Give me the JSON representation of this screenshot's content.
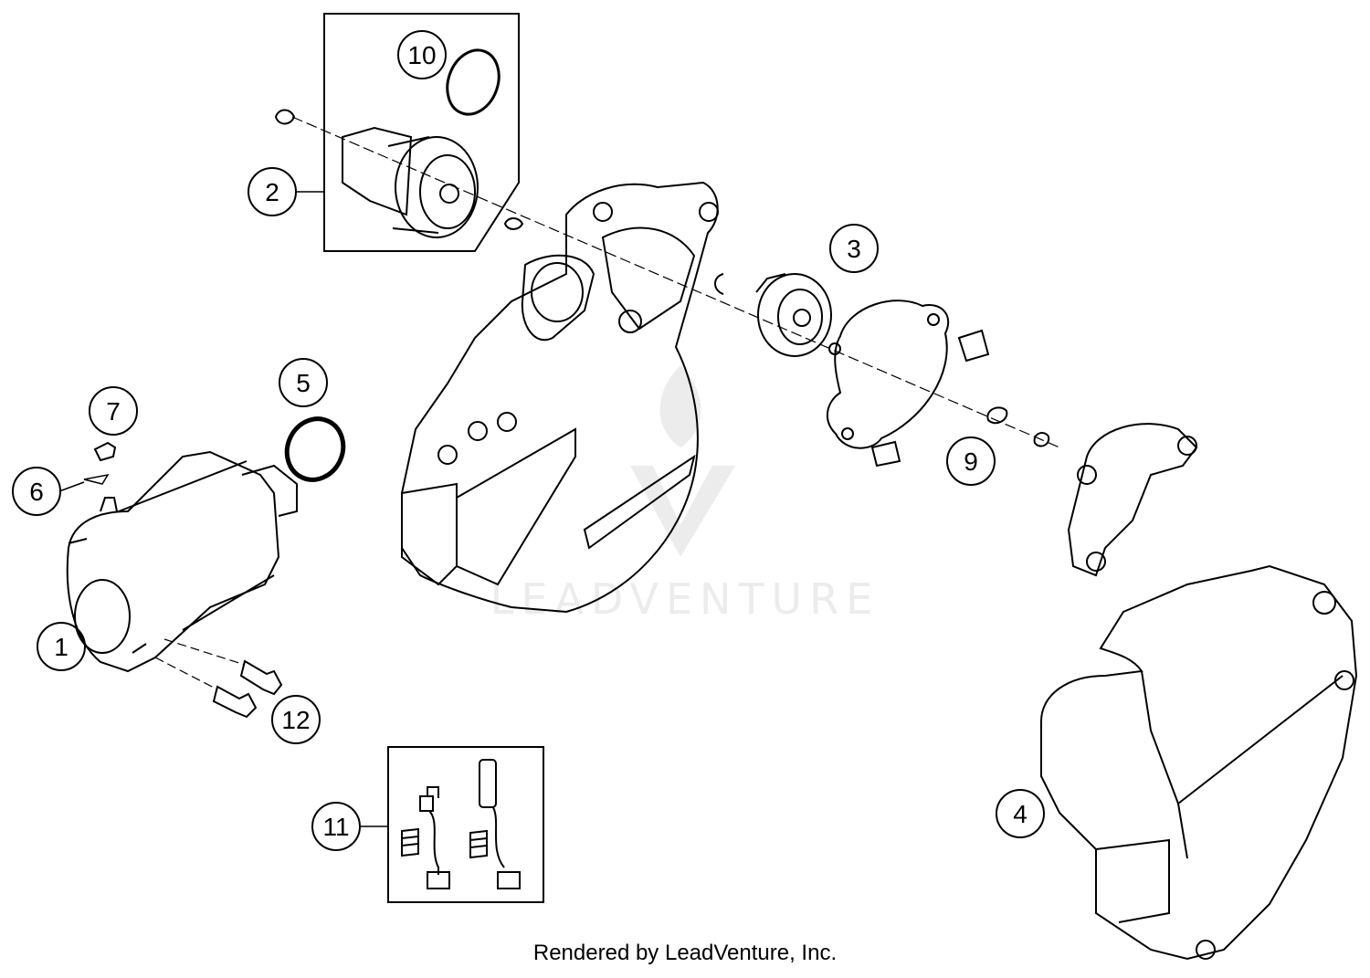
{
  "watermark": "LEADVENTURE",
  "footer": "Rendered by LeadVenture, Inc.",
  "callouts": {
    "c1": "1",
    "c2": "2",
    "c3": "3",
    "c4": "4",
    "c5": "5",
    "c6": "6",
    "c7": "7",
    "c9": "9",
    "c10": "10",
    "c11": "11",
    "c12": "12"
  }
}
